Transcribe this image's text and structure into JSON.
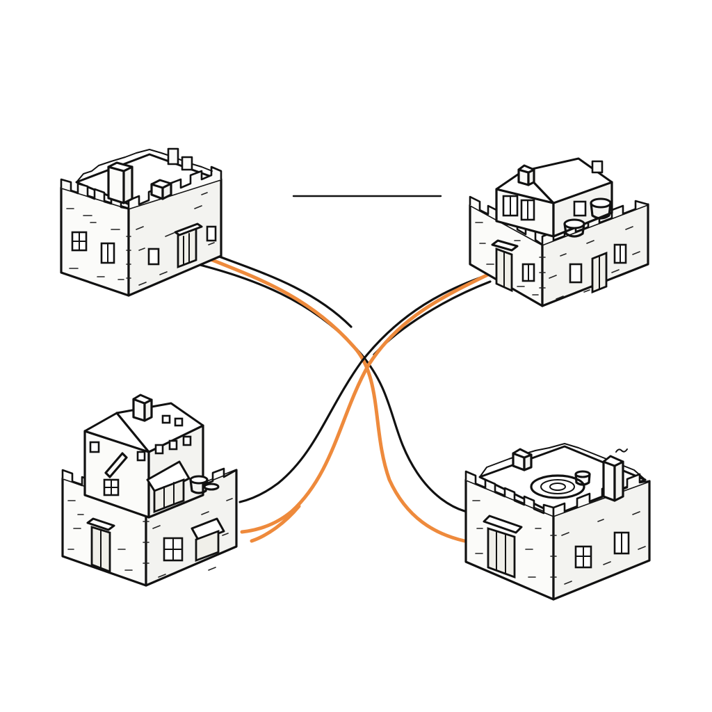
{
  "diagram": {
    "nodes": [
      {
        "id": "building-top-left",
        "icon": "castle-keep-icon"
      },
      {
        "id": "building-top-right",
        "icon": "castle-house-icon"
      },
      {
        "id": "building-bottom-left",
        "icon": "castle-townhouse-icon"
      },
      {
        "id": "building-bottom-right",
        "icon": "castle-courtyard-icon"
      }
    ],
    "edges": [
      {
        "from": "building-top-left",
        "to": "building-bottom-right"
      },
      {
        "from": "building-top-right",
        "to": "building-bottom-left"
      }
    ],
    "colors": {
      "ink": "#111111",
      "road_accent": "#ee8a3c",
      "background": "#ffffff"
    }
  }
}
